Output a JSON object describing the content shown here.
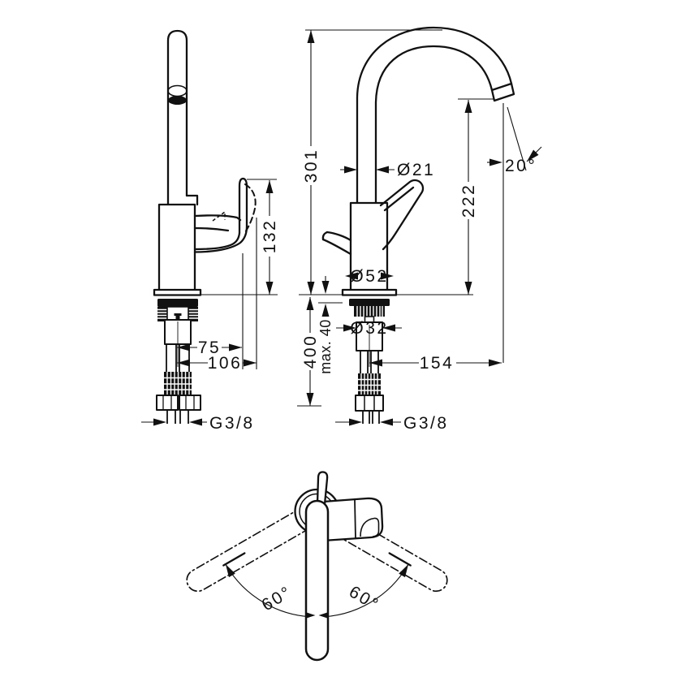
{
  "drawing": {
    "background": "#ffffff",
    "line_color": "#111111",
    "type": "faucet technical dimension drawing",
    "views": {
      "side_view": "side elevation",
      "front_view": "front elevation",
      "plan_view": "top plan with swivel range"
    }
  },
  "dimensions": {
    "side_view": {
      "handle_height": "132",
      "offset_75": "75",
      "offset_106": "106",
      "connection": "G3/8"
    },
    "front_view": {
      "total_height": "301",
      "outlet_height": "222",
      "spout_diameter": "Ø21",
      "spout_angle": "20°",
      "base_diameter": "Ø52",
      "shank_diameter": "Ø32",
      "counter_thickness": "max. 40",
      "hose_length": "400",
      "outlet_offset": "154",
      "connection": "G3/8"
    },
    "plan_view": {
      "swivel_left": "60°",
      "swivel_right": "60°"
    }
  }
}
